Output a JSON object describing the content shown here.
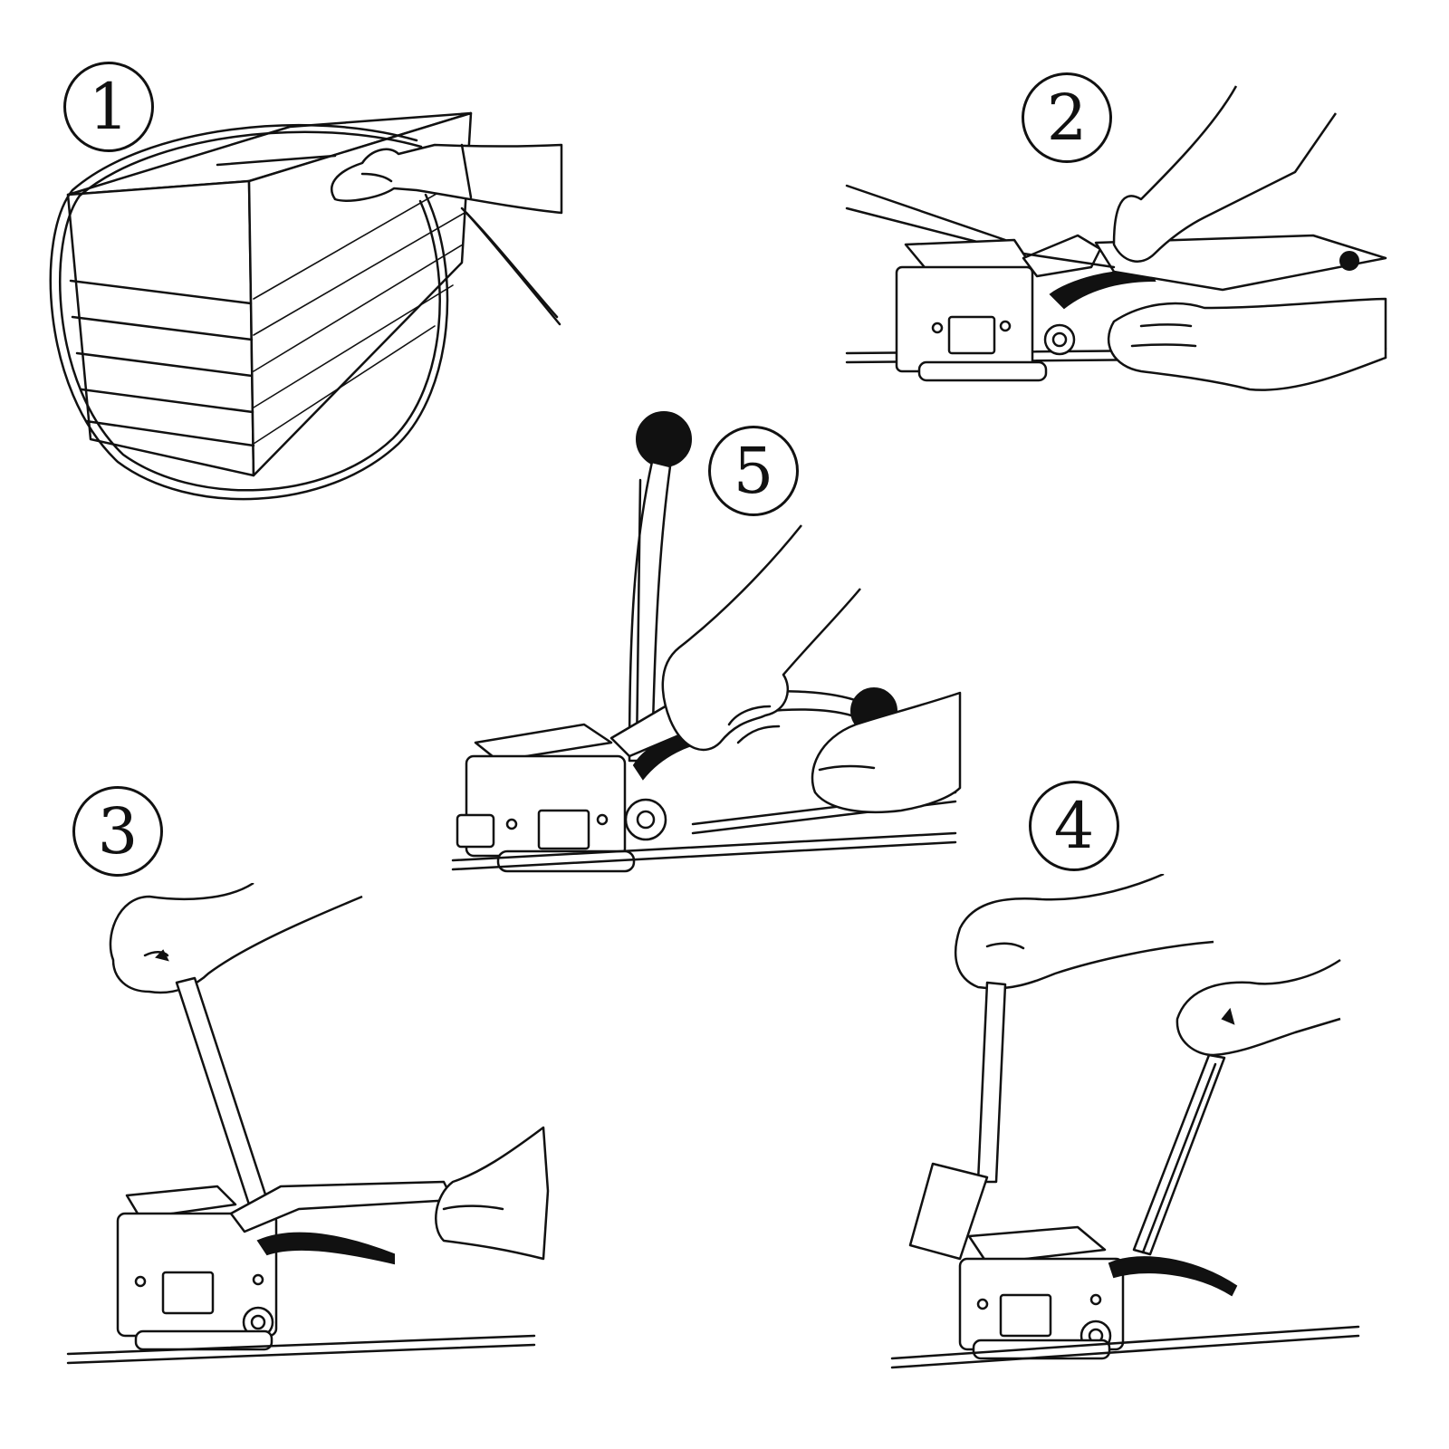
{
  "steps": [
    {
      "id": "step-1",
      "number": "1"
    },
    {
      "id": "step-2",
      "number": "2"
    },
    {
      "id": "step-3",
      "number": "3"
    },
    {
      "id": "step-4",
      "number": "4"
    },
    {
      "id": "step-5",
      "number": "5"
    }
  ]
}
